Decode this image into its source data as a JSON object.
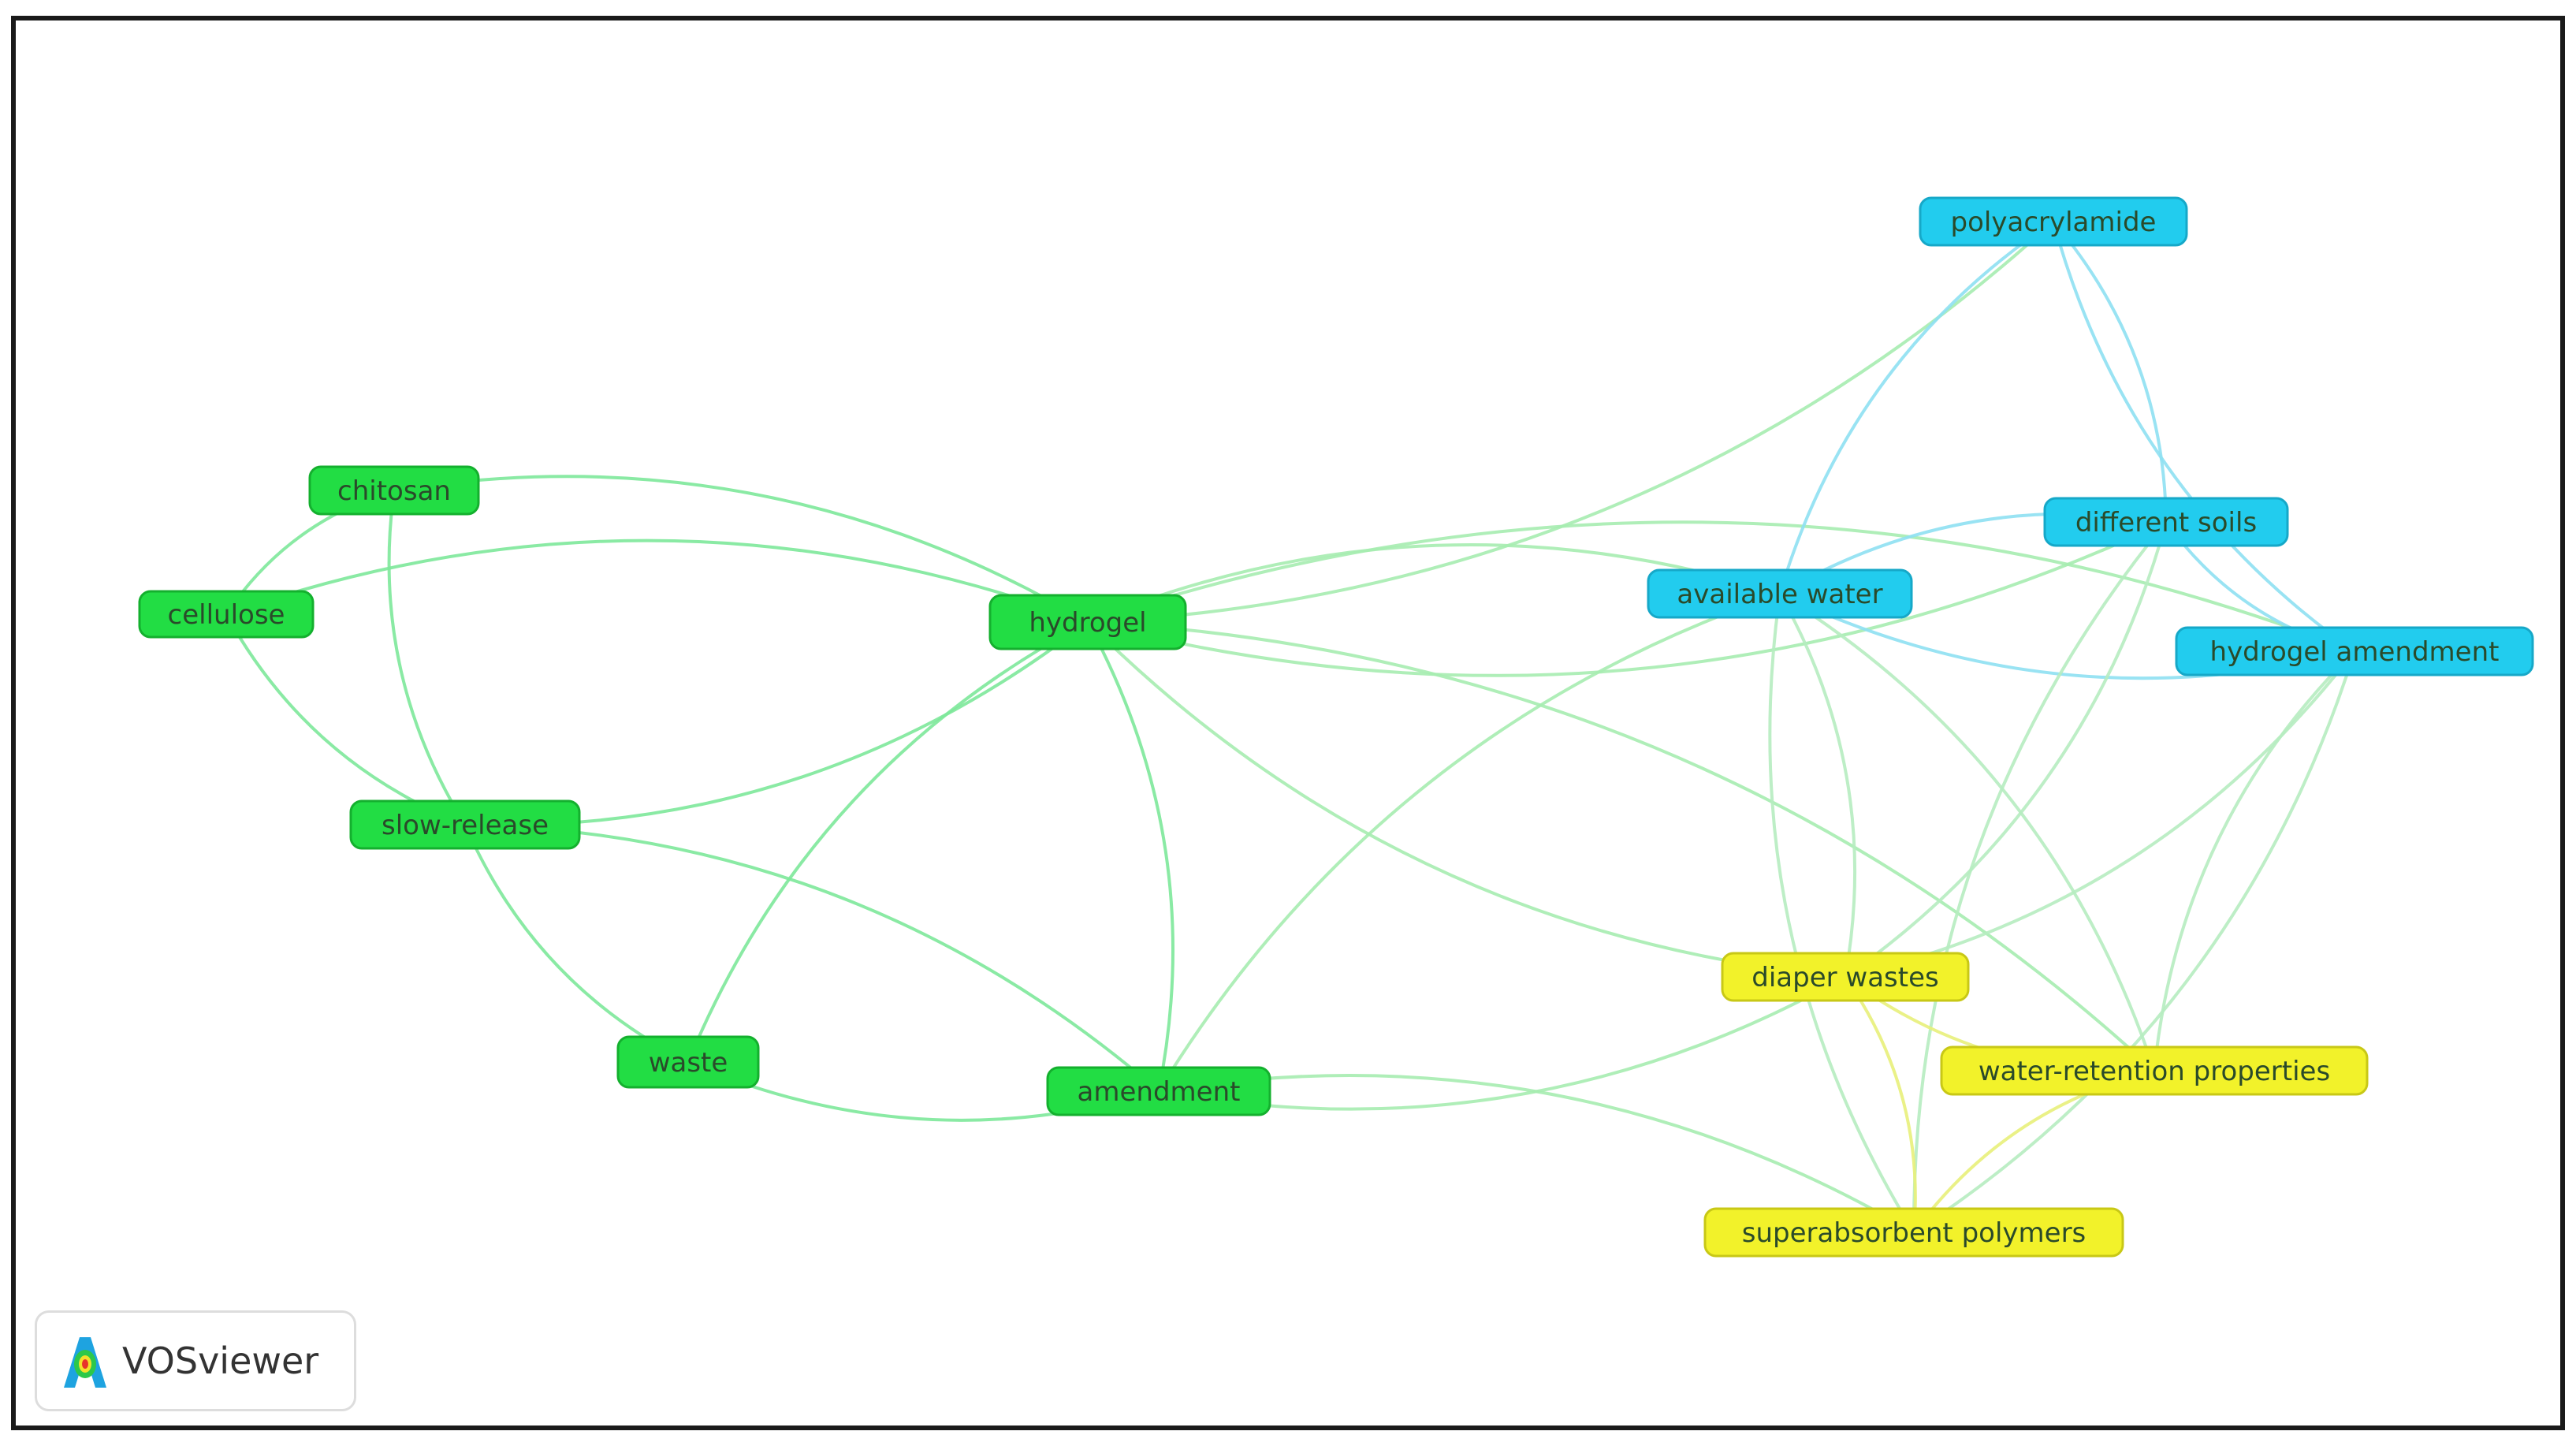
{
  "diagram": {
    "type": "co-occurrence network",
    "cluster_colors": {
      "green": "#22dd44",
      "cyan": "#22ccee",
      "yellow": "#f2f22a"
    },
    "nodes": [
      {
        "id": "polyacrylamide",
        "label": "polyacrylamide",
        "cluster": "cyan"
      },
      {
        "id": "different-soils",
        "label": "different soils",
        "cluster": "cyan"
      },
      {
        "id": "available-water",
        "label": "available water",
        "cluster": "cyan"
      },
      {
        "id": "hydrogel-amendment",
        "label": "hydrogel amendment",
        "cluster": "cyan"
      },
      {
        "id": "chitosan",
        "label": "chitosan",
        "cluster": "green"
      },
      {
        "id": "cellulose",
        "label": "cellulose",
        "cluster": "green"
      },
      {
        "id": "hydrogel",
        "label": "hydrogel",
        "cluster": "green"
      },
      {
        "id": "slow-release",
        "label": "slow-release",
        "cluster": "green"
      },
      {
        "id": "waste",
        "label": "waste",
        "cluster": "green"
      },
      {
        "id": "amendment",
        "label": "amendment",
        "cluster": "green"
      },
      {
        "id": "diaper-wastes",
        "label": "diaper wastes",
        "cluster": "yellow"
      },
      {
        "id": "water-retention-properties",
        "label": "water-retention properties",
        "cluster": "yellow"
      },
      {
        "id": "superabsorbent-polymers",
        "label": "superabsorbent polymers",
        "cluster": "yellow"
      }
    ],
    "links": [
      [
        "chitosan",
        "cellulose"
      ],
      [
        "chitosan",
        "hydrogel"
      ],
      [
        "chitosan",
        "slow-release"
      ],
      [
        "cellulose",
        "hydrogel"
      ],
      [
        "cellulose",
        "slow-release"
      ],
      [
        "hydrogel",
        "slow-release"
      ],
      [
        "hydrogel",
        "waste"
      ],
      [
        "hydrogel",
        "amendment"
      ],
      [
        "hydrogel",
        "polyacrylamide"
      ],
      [
        "hydrogel",
        "available-water"
      ],
      [
        "hydrogel",
        "different-soils"
      ],
      [
        "hydrogel",
        "hydrogel-amendment"
      ],
      [
        "hydrogel",
        "diaper-wastes"
      ],
      [
        "hydrogel",
        "water-retention-properties"
      ],
      [
        "slow-release",
        "waste"
      ],
      [
        "slow-release",
        "amendment"
      ],
      [
        "waste",
        "amendment"
      ],
      [
        "amendment",
        "available-water"
      ],
      [
        "amendment",
        "diaper-wastes"
      ],
      [
        "amendment",
        "superabsorbent-polymers"
      ],
      [
        "polyacrylamide",
        "available-water"
      ],
      [
        "polyacrylamide",
        "different-soils"
      ],
      [
        "polyacrylamide",
        "hydrogel-amendment"
      ],
      [
        "available-water",
        "different-soils"
      ],
      [
        "available-water",
        "hydrogel-amendment"
      ],
      [
        "available-water",
        "diaper-wastes"
      ],
      [
        "available-water",
        "superabsorbent-polymers"
      ],
      [
        "available-water",
        "water-retention-properties"
      ],
      [
        "different-soils",
        "hydrogel-amendment"
      ],
      [
        "different-soils",
        "diaper-wastes"
      ],
      [
        "different-soils",
        "superabsorbent-polymers"
      ],
      [
        "hydrogel-amendment",
        "diaper-wastes"
      ],
      [
        "hydrogel-amendment",
        "water-retention-properties"
      ],
      [
        "hydrogel-amendment",
        "superabsorbent-polymers"
      ],
      [
        "diaper-wastes",
        "water-retention-properties"
      ],
      [
        "diaper-wastes",
        "superabsorbent-polymers"
      ],
      [
        "water-retention-properties",
        "superabsorbent-polymers"
      ]
    ]
  },
  "badge": {
    "label": "VOSviewer",
    "icon": "vosviewer-logo-icon"
  }
}
